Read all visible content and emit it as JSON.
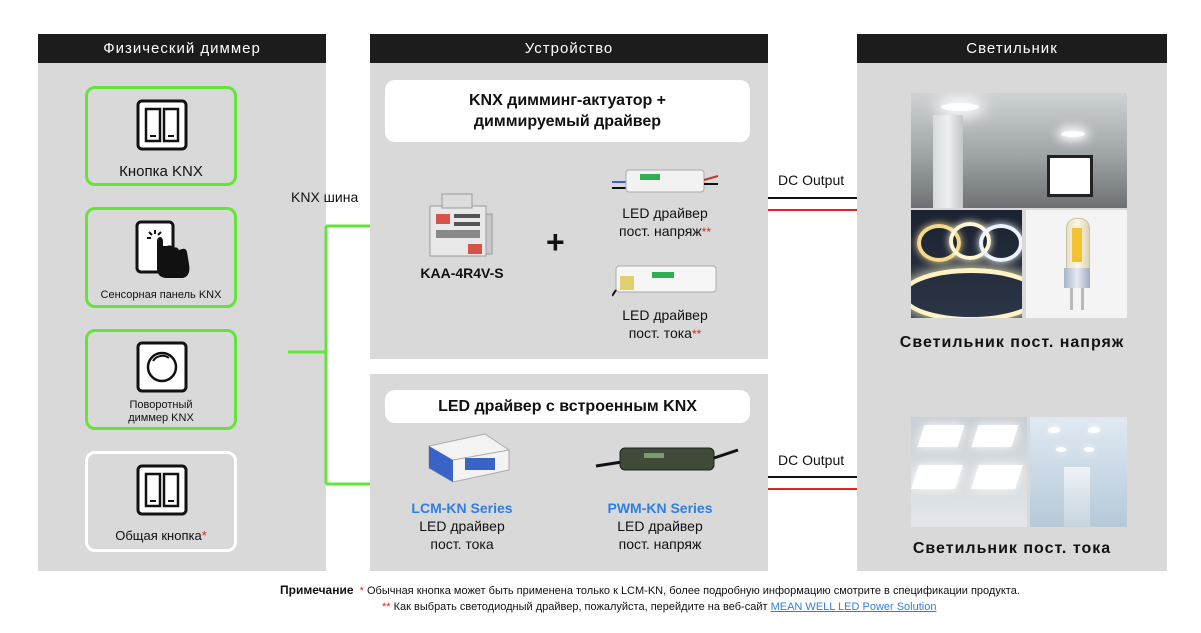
{
  "columns": {
    "left": "Физический диммер",
    "middle": "Устройство",
    "right": "Светильник"
  },
  "dimmers": [
    {
      "label": "Кнопка KNX"
    },
    {
      "label": "Сенсорная панель KNX"
    },
    {
      "label_line1": "Поворотный",
      "label_line2": "диммер KNX"
    },
    {
      "label": "Общая кнопка",
      "mark": "*"
    }
  ],
  "bus_label": "KNX шина",
  "device_top": {
    "title_line1": "KNX димминг-актуатор +",
    "title_line2": "диммируемый драйвер",
    "actuator": "KAA-4R4V-S",
    "plus": "+",
    "driver_cv_line1": "LED драйвер",
    "driver_cv_line2": "пост. напряж",
    "driver_cc_line1": "LED драйвер",
    "driver_cc_line2": "пост. тока",
    "mark": "**"
  },
  "device_bottom": {
    "title": "LED драйвер с встроенным KNX",
    "lcm_series": "LCM-KN Series",
    "lcm_line1": "LED драйвер",
    "lcm_line2": "пост. тока",
    "pwm_series": "PWM-KN Series",
    "pwm_line1": "LED драйвер",
    "pwm_line2": "пост. напряж"
  },
  "output_top": "DC Output",
  "output_bottom": "DC Output",
  "luminaire_cv": "Светильник пост. напряж",
  "luminaire_cc": "Светильник пост. тока",
  "notes": {
    "label": "Примечание",
    "mark1": "*",
    "text1": "Обычная кнопка может быть применена только к LCM-KN, более подробную информацию смотрите в спецификации продукта.",
    "mark2": "**",
    "text2": "Как выбрать светодиодный драйвер, пожалуйста, перейдите на веб-сайт",
    "link": "MEAN WELL LED Power Solution"
  },
  "colors": {
    "bus_green": "#66e33a",
    "dc_red": "#e0261e",
    "series_blue": "#2f7fe0",
    "header_dark": "#1c1c1c",
    "panel_gray": "#d9d9d9"
  }
}
